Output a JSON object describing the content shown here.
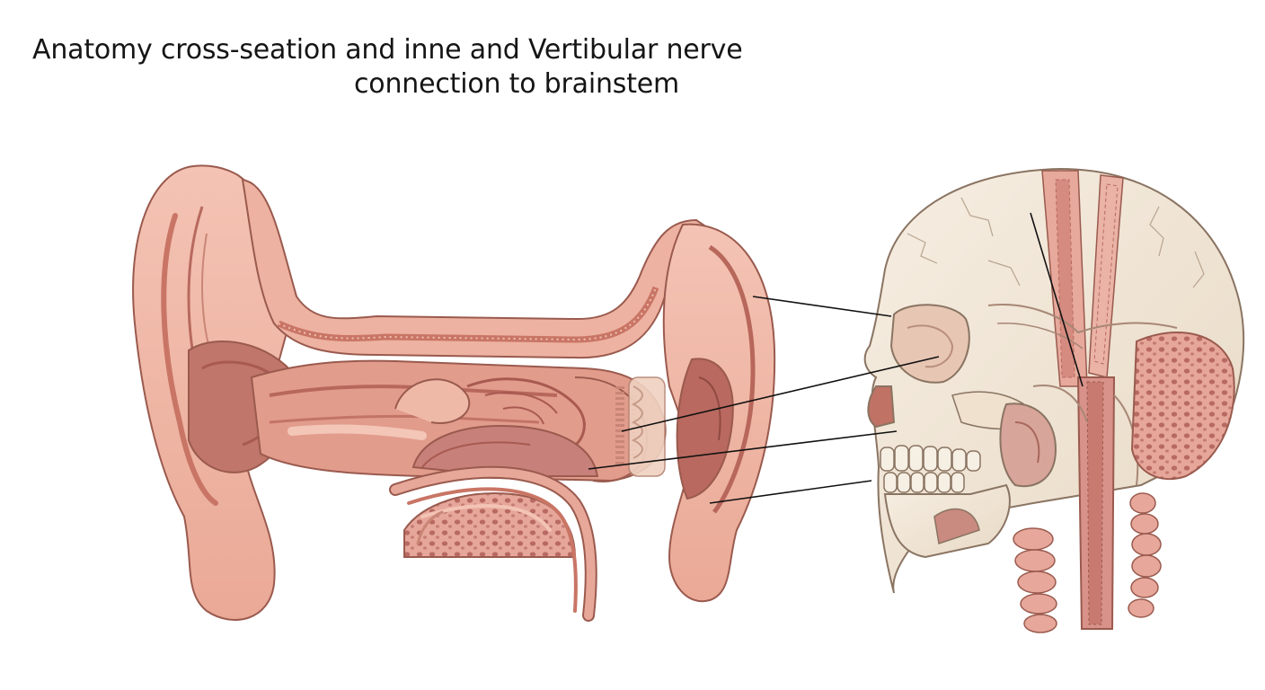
{
  "title": {
    "line1": "Anatomy cross-seation and inne and Vertibular nerve",
    "line2": "connection to brainstem"
  },
  "palette": {
    "skin": "#efb4a3",
    "skin_dark": "#c97565",
    "skin_deep": "#a85a50",
    "outline": "#9a5a4e",
    "bone": "#f2e8d9",
    "bone_outline": "#8a7462",
    "muscle": "#d9928a",
    "leader_line": "#111111"
  },
  "icons": {
    "left_figure": "ear-cross-section-illustration",
    "right_figure": "skull-brainstem-illustration"
  }
}
